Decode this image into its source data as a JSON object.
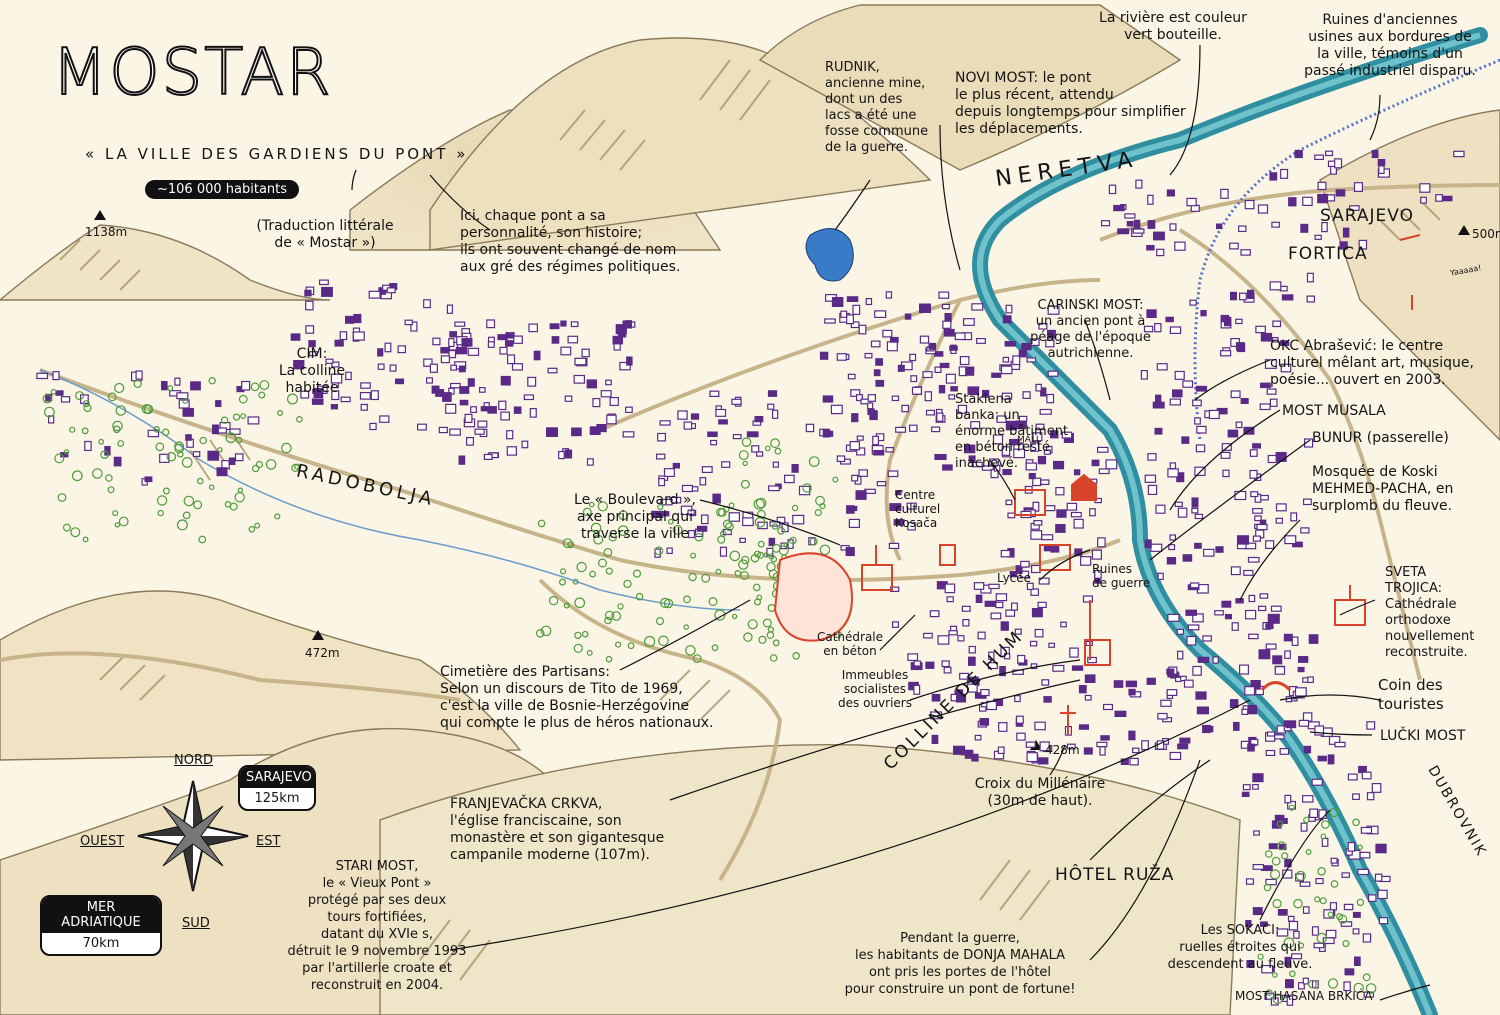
{
  "title": "MOSTAR",
  "subtitle": "« LA VILLE DES GARDIENS DU PONT »",
  "population": "~106 000 habitants",
  "subtitle_note": "(Traduction littérale\nde « Mostar »)",
  "peaks": {
    "p1138": "1138m",
    "p472": "472m",
    "p428": "428m",
    "p500": "500m"
  },
  "river": "NERETVA",
  "radobolja": "RADOBOLJA",
  "hills": {
    "hum": "COLLINE DE HUM"
  },
  "places": {
    "sarajevo": "SARAJEVO",
    "fortica": "FORTICA",
    "dubrovnik": "DUBROVNIK",
    "mall": "MALL",
    "yaaaa": "Yaaaaa!"
  },
  "annotations": {
    "bridges": "Ici, chaque pont a sa\npersonnalité, son histoire;\nils ont souvent changé de nom\naux gré des régimes politiques.",
    "rudnik": "RUDNIK,\nancienne mine,\ndont un des\nlacs a été une\nfosse commune\nde la guerre.",
    "novi_most": "NOVI MOST: le pont\nle plus récent, attendu\ndepuis longtemps pour simplifier\nles déplacements.",
    "river_color": "La rivière est couleur\nvert bouteille.",
    "ruines_usines": "Ruines d'anciennes\nusines aux bordures de\nla ville, témoins d'un\npassé industriel disparu.",
    "cim": "CIM:\nLa colline\nhabitée",
    "carinski": "CARINSKI MOST:\nun ancien pont à\npéage de l'époque\nautrichienne.",
    "staklena": "Staklena\nbanka: un\nénorme bâtiment\nen béton resté\ninachevé.",
    "okc": "OKC Abrašević: le centre\nculturel mêlant art, musique,\npoésie... ouvert en 2003.",
    "most_musala": "MOST MUSALA",
    "bunur": "BUNUR (passerelle)",
    "mosquee": "Mosquée de Koski\nMEHMED-PACHA, en\nsurplomb du fleuve.",
    "boulevard": "Le « Boulevard »,\naxe principal qui\ntraverse la ville",
    "kosaca": "Centre\nculturel\nKosača",
    "lycee": "Lycée",
    "ruines_guerre": "Ruines\nde guerre",
    "sveta": "SVETA\nTROJICA:\nCathédrale\northodoxe\nnouvellement\nreconstruite.",
    "cathedrale": "Cathédrale\nen béton",
    "immeubles": "Immeubles\nsocialistes\ndes ouvriers",
    "partisans": "Cimetière des Partisans:\nSelon un discours de Tito de 1969,\nc'est la ville de Bosnie-Herzégovine\nqui compte le plus de héros nationaux.",
    "coin": "Coin des\ntouristes",
    "lucki": "LUČKI MOST",
    "croix": "Croix du Millénaire\n(30m de haut).",
    "franjevacka": "FRANJEVAČKA CRKVA,\nl'église franciscaine, son\nmonastère et son gigantesque\ncampanile moderne (107m).",
    "stari_most": "STARI MOST,\nle « Vieux Pont »\nprotégé par ses deux\ntours fortifiées,\ndatant du XVIe s,\ndétruit le 9 novembre 1993\npar l'artillerie croate et\nreconstruit en 2004.",
    "hotel_ruza": "HÔTEL RUŽA",
    "guerre_hotel": "Pendant la guerre,\nles habitants de DONJA MAHALA\nont pris les portes de l'hôtel\npour construire un pont de fortune!",
    "sokaci": "Les SOKACI:\nruelles étroites qui\ndescendent au fleuve.",
    "hasana": "MOST HASANA BRKIĆA"
  },
  "compass": {
    "north": "NORD",
    "south": "SUD",
    "east": "EST",
    "west": "OUEST"
  },
  "distances": {
    "sarajevo_label": "SARAJEVO",
    "sarajevo_km": "125km",
    "mer_label": "MER\nADRIATIQUE",
    "mer_km": "70km"
  },
  "colors": {
    "river": "#2f8fa0",
    "houses": "#5b2a86",
    "landmarks": "#d8442b",
    "trees": "#4e9b3a",
    "hills": "#d9c7a0",
    "paper": "#fbf5e6"
  }
}
